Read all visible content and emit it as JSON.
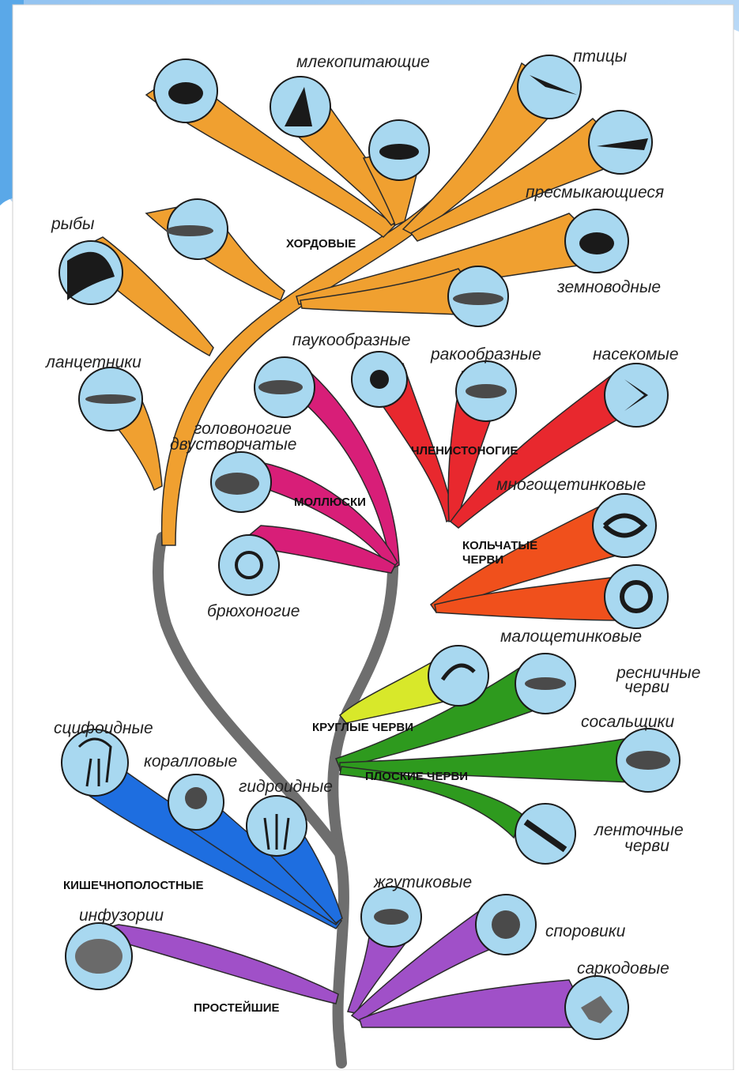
{
  "groups": {
    "chordates": "ХОРДОВЫЕ",
    "molluscs": "МОЛЛЮСКИ",
    "arthropods": "ЧЛЕНИСТОНОГИЕ",
    "annelids_1": "КОЛЬЧАТЫЕ",
    "annelids_2": "ЧЕРВИ",
    "roundworms": "КРУГЛЫЕ ЧЕРВИ",
    "flatworms": "ПЛОСКИЕ ЧЕРВИ",
    "coelenterates": "КИШЕЧНОПОЛОСТНЫЕ",
    "protozoa": "ПРОСТЕЙШИЕ"
  },
  "taxa": {
    "mammals": "млекопитающие",
    "birds": "птицы",
    "reptiles": "пресмыкающиеся",
    "fish": "рыбы",
    "amphibians": "земноводные",
    "lancelets": "ланцетники",
    "arachnids": "паукообразные",
    "crustaceans": "ракообразные",
    "insects": "насекомые",
    "cephalopods": "головоногие",
    "bivalves": "двустворчатые",
    "polychaetes": "многощетинковые",
    "gastropods": "брюхоногие",
    "oligochaetes": "малощетинковые",
    "turbellarians_1": "ресничные",
    "turbellarians_2": "черви",
    "flukes": "сосальщики",
    "scyphozoa": "сцифоидные",
    "corals": "коралловые",
    "hydroids": "гидроидные",
    "tapeworms_1": "ленточные",
    "tapeworms_2": "черви",
    "flagellates": "жгутиковые",
    "sporozoa": "споровики",
    "ciliates": "инфузории",
    "sarcodina": "саркодовые"
  },
  "colors": {
    "trunk": "#6e6e6e",
    "chordates": "#f0a030",
    "molluscs": "#d81e78",
    "arthropods": "#e8282e",
    "annelids": "#f0501c",
    "roundworms": "#d8e82a",
    "flatworms": "#2e9a1e",
    "coelenterates": "#1e6ee0",
    "protozoa": "#a050c8",
    "bubble": "#a8d8f0",
    "frame_blue": "#5aa8e8"
  }
}
